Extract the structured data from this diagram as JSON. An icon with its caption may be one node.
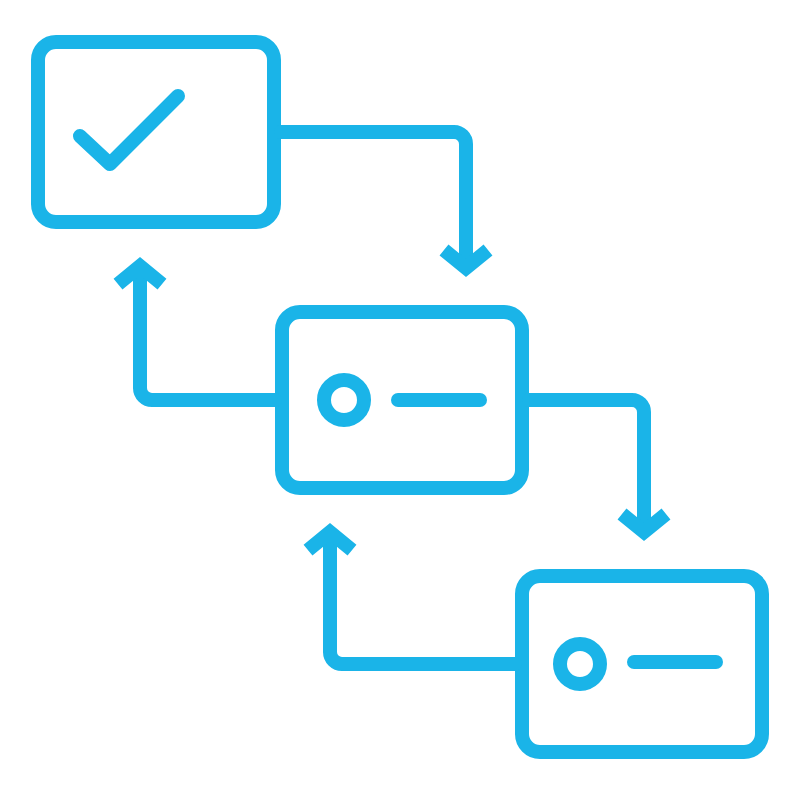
{
  "diagram": {
    "nodes": [
      {
        "text": [],
        "shape": "box"
      },
      {
        "text": [],
        "shape": "box"
      },
      {
        "text": [],
        "shape": "box"
      }
    ],
    "edges": [
      {
        "from": 0,
        "to": 1,
        "arrow": "to"
      },
      {
        "from": 1,
        "to": 0,
        "arrow": "to"
      },
      {
        "from": 1,
        "to": 2,
        "arrow": "to"
      },
      {
        "from": 2,
        "to": 1,
        "arrow": "to"
      }
    ]
  }
}
